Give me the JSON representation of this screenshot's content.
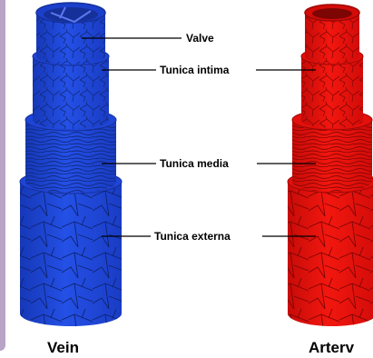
{
  "labels": {
    "valve": "Valve",
    "tunica_intima": "Tunica intima",
    "tunica_media": "Tunica media",
    "tunica_externa": "Tunica externa"
  },
  "captions": {
    "vein": "Vein",
    "artery": "Arterv"
  },
  "colors": {
    "vein": "#1f45d8",
    "vein_dark": "#163099",
    "artery": "#e3100c",
    "artery_dark": "#9e0806",
    "border_strip": "#b9a3c6"
  }
}
